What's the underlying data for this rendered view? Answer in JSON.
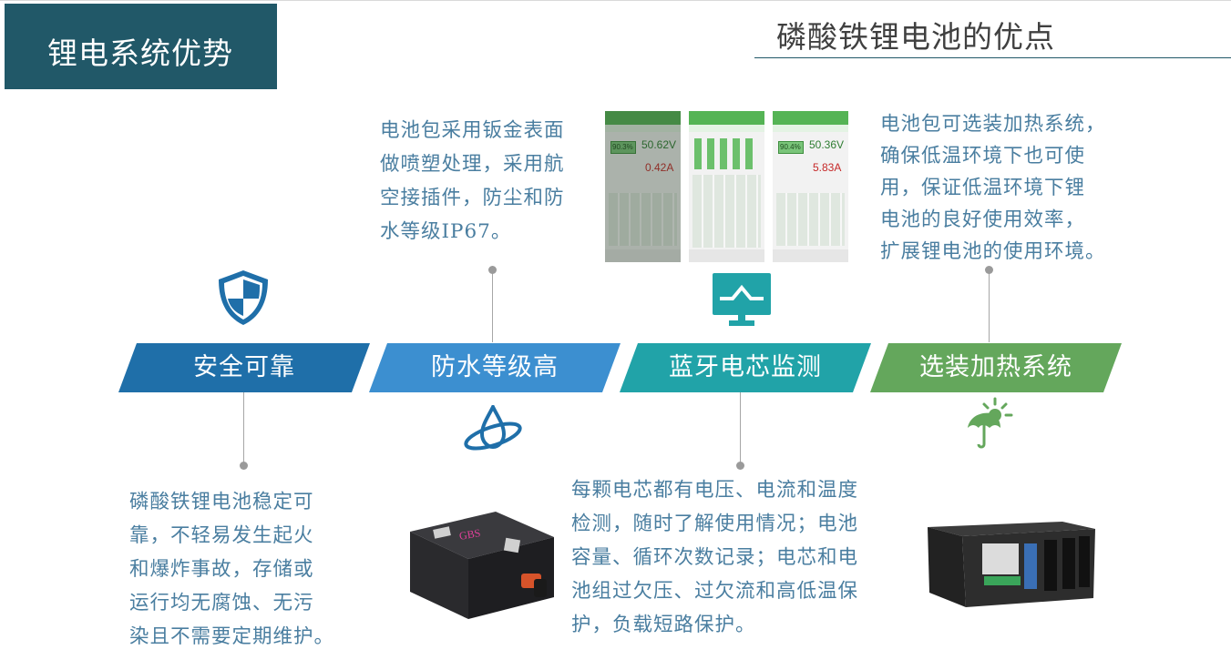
{
  "header": {
    "section_title": "锂电系统优势",
    "slide_title": "磷酸铁锂电池的优点"
  },
  "features": [
    {
      "label": "安全可靠",
      "color": "#1f6fa9",
      "icon": "shield-icon"
    },
    {
      "label": "防水等级高",
      "color": "#3c8fd0",
      "icon": "water-drop-icon"
    },
    {
      "label": "蓝牙电芯监测",
      "color": "#21a3a8",
      "icon": "monitor-icon"
    },
    {
      "label": "选装加热系统",
      "color": "#64a75c",
      "icon": "sun-umbrella-icon"
    }
  ],
  "descriptions": {
    "safety": [
      "磷酸铁锂电池稳定可",
      "靠，不轻易发生起火",
      "和爆炸事故，存储或",
      "运行均无腐蚀、无污",
      "染且不需要定期维护。"
    ],
    "waterproof": [
      "电池包采用钣金表面",
      "做喷塑处理，采用航",
      "空接插件，防尘和防",
      "水等级IP67。"
    ],
    "bluetooth": [
      "每颗电芯都有电压、电流和温度",
      "检测，随时了解使用情况；电池",
      "容量、循环次数记录；电芯和电",
      "池组过欠压、过欠流和高低温保",
      "护，负载短路保护。"
    ],
    "heating": [
      "电池包可选装加热系统，",
      "确保低温环境下也可使",
      "用，保证低温环境下锂",
      "电池的良好使用效率，",
      "扩展锂电池的使用环境。"
    ]
  },
  "app_screens": [
    {
      "soc": "90.3%",
      "voltage": "50.62V",
      "current": "0.42A"
    },
    {
      "soc": "",
      "voltage": "",
      "current": ""
    },
    {
      "soc": "90.4%",
      "voltage": "50.36V",
      "current": "5.83A"
    }
  ],
  "battery_brand": "GBS",
  "colors": {
    "title_bg": "#215868",
    "text": "#4a7ea0"
  }
}
